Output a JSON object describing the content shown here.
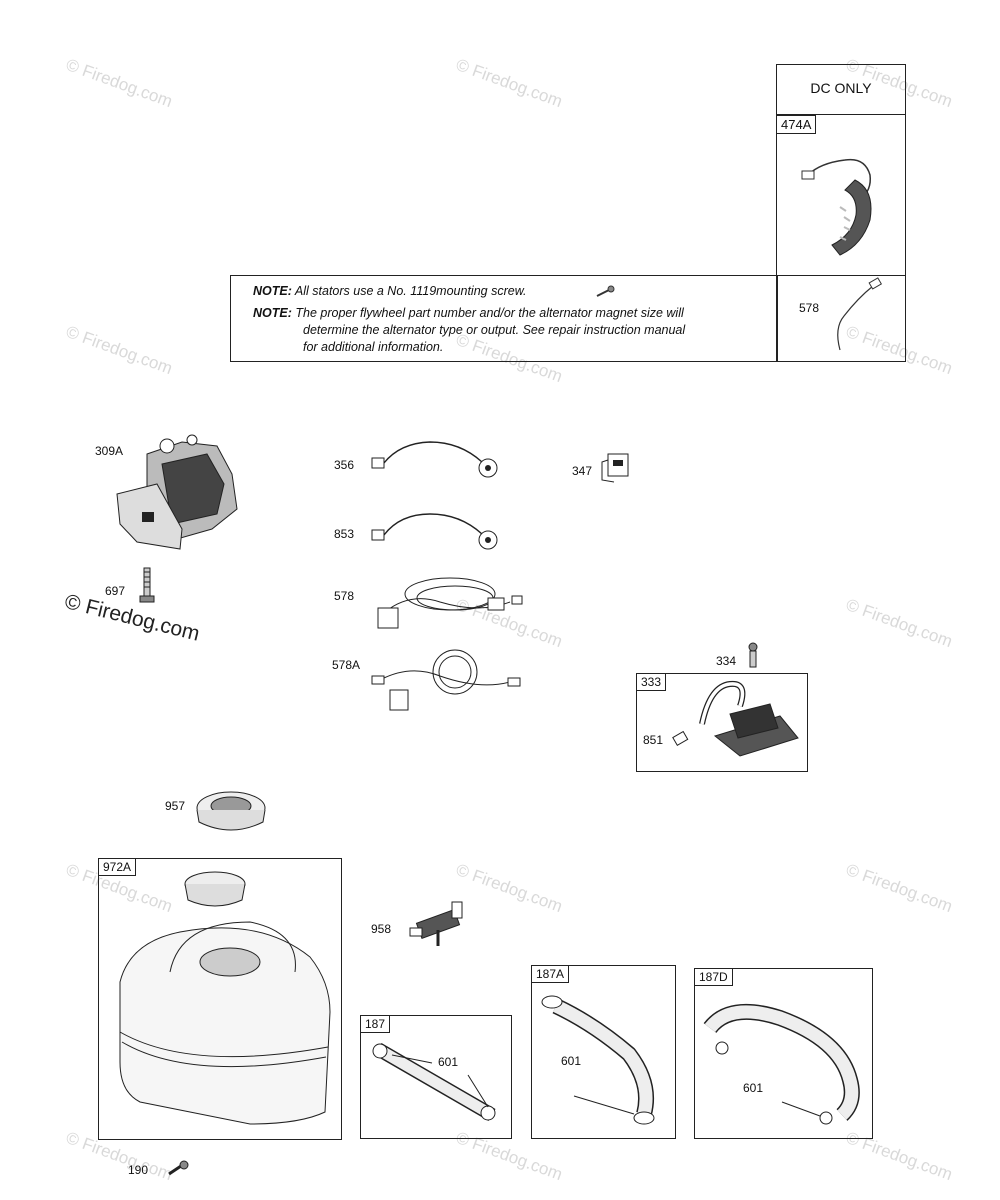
{
  "watermark": {
    "text": "© Firedog.com",
    "large_text": "© Firedog.com"
  },
  "dc_only_panel": {
    "header": "DC ONLY",
    "tag": "474A",
    "lower_label": "578"
  },
  "notes": {
    "note1_key": "NOTE:",
    "note1_text": "All stators use a No. 1119mounting screw.",
    "note2_key": "NOTE:",
    "note2_line1": "The proper flywheel part number and/or the alternator magnet size will",
    "note2_line2": "determine the alternator type or output. See repair instruction manual",
    "note2_line3": "for additional information."
  },
  "labels": {
    "p309A": "309A",
    "p697": "697",
    "p356": "356",
    "p853": "853",
    "p578": "578",
    "p578A": "578A",
    "p347": "347",
    "p334": "334",
    "p333": "333",
    "p851": "851",
    "p957": "957",
    "p972A": "972A",
    "p958": "958",
    "p187": "187",
    "p601a": "601",
    "p187A": "187A",
    "p601b": "601",
    "p187D": "187D",
    "p601c": "601",
    "p190": "190"
  }
}
